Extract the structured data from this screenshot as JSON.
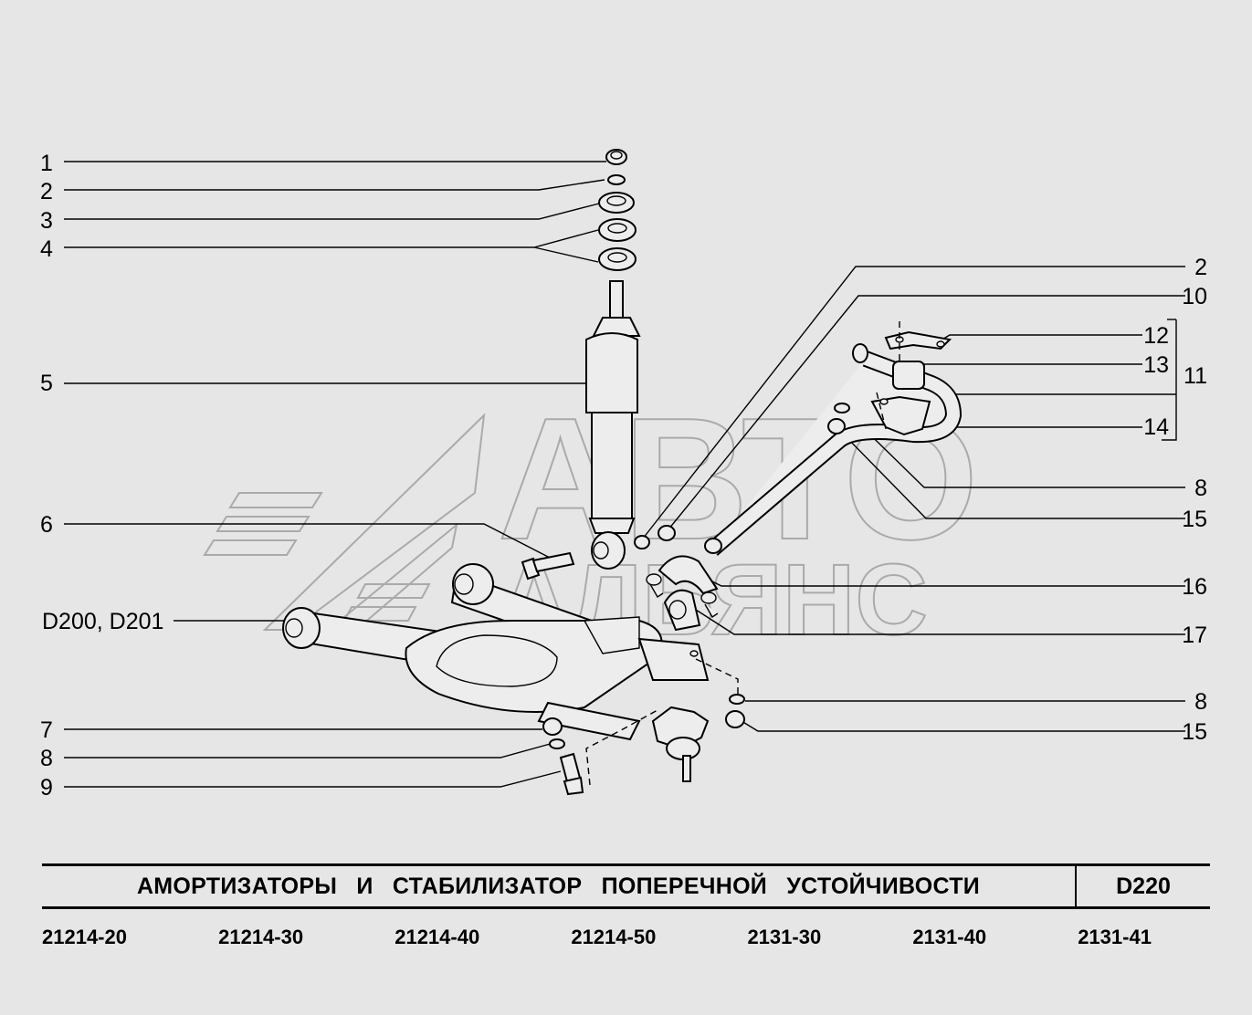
{
  "watermark": {
    "line1": "АВТО",
    "line2": "АЛЬЯНС"
  },
  "callouts": [
    {
      "id": "c1",
      "text": "1"
    },
    {
      "id": "c2a",
      "text": "2"
    },
    {
      "id": "c3",
      "text": "3"
    },
    {
      "id": "c4",
      "text": "4"
    },
    {
      "id": "c5",
      "text": "5"
    },
    {
      "id": "c6",
      "text": "6"
    },
    {
      "id": "cd",
      "text": "D200, D201"
    },
    {
      "id": "c7",
      "text": "7"
    },
    {
      "id": "c8a",
      "text": "8"
    },
    {
      "id": "c9",
      "text": "9"
    },
    {
      "id": "c2b",
      "text": "2"
    },
    {
      "id": "c10",
      "text": "10"
    },
    {
      "id": "c12",
      "text": "12"
    },
    {
      "id": "c13",
      "text": "13"
    },
    {
      "id": "c11",
      "text": "11"
    },
    {
      "id": "c14",
      "text": "14"
    },
    {
      "id": "c8b",
      "text": "8"
    },
    {
      "id": "c15a",
      "text": "15"
    },
    {
      "id": "c16",
      "text": "16"
    },
    {
      "id": "c17",
      "text": "17"
    },
    {
      "id": "c8c",
      "text": "8"
    },
    {
      "id": "c15b",
      "text": "15"
    }
  ],
  "title": "АМОРТИЗАТОРЫ И СТАБИЛИЗАТОР ПОПЕРЕЧНОЙ УСТОЙЧИВОСТИ",
  "code": "D220",
  "models": [
    "21214-20",
    "21214-30",
    "21214-40",
    "21214-50",
    "2131-30",
    "2131-40",
    "2131-41"
  ]
}
